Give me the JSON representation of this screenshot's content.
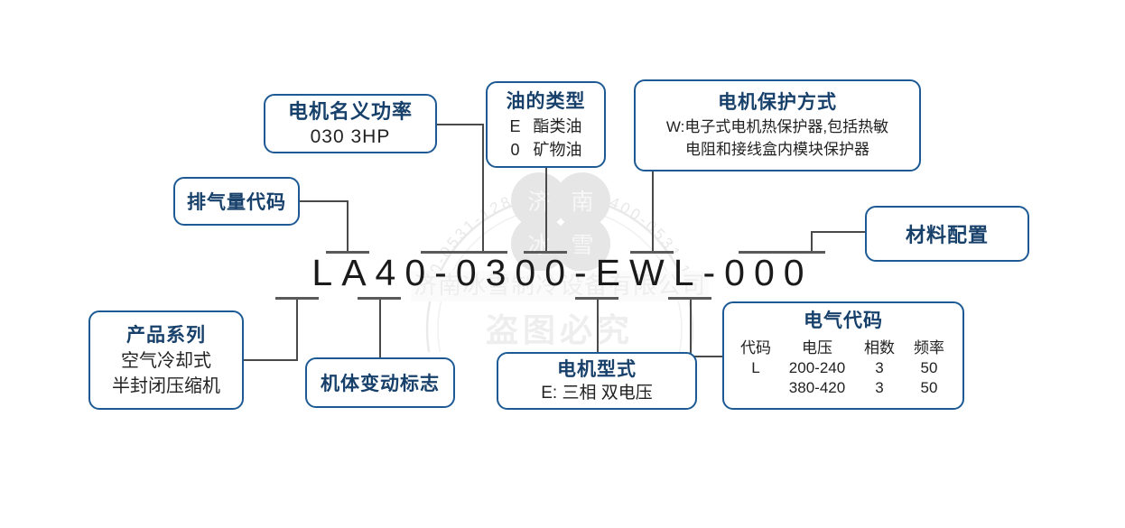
{
  "diagram": {
    "title": "compressor-model-code-breakdown",
    "code": {
      "text": "LA40-0300-EWL-000",
      "chars": [
        "L",
        "A",
        "4",
        "0",
        "-",
        "0",
        "3",
        "0",
        "0",
        "-",
        "E",
        "W",
        "L",
        "-",
        "0",
        "0",
        "0"
      ]
    },
    "colors": {
      "box_border": "#1d5a94",
      "title_text": "#17406b",
      "body_text": "#222222",
      "connector": "#4a4a4a",
      "code_text": "#1a1a1a",
      "background": "#ffffff"
    },
    "boxes": {
      "motor_power": {
        "title": "电机名义功率",
        "lines": [
          "030    3HP"
        ]
      },
      "oil_type": {
        "title": "油的类型",
        "rows": [
          {
            "code": "E",
            "label": "酯类油"
          },
          {
            "code": "0",
            "label": "矿物油"
          }
        ]
      },
      "motor_protection": {
        "title": "电机保护方式",
        "lines": [
          "W:电子式电机热保护器,包括热敏",
          "电阻和接线盒内模块保护器"
        ]
      },
      "displacement_code": {
        "title": "排气量代码",
        "lines": []
      },
      "material_config": {
        "title": "材料配置",
        "lines": []
      },
      "product_series": {
        "title": "产品系列",
        "lines": [
          "空气冷却式",
          "半封闭压缩机"
        ]
      },
      "body_change_mark": {
        "title": "机体变动标志",
        "lines": []
      },
      "motor_type": {
        "title": "电机型式",
        "lines": [
          "E: 三相 双电压"
        ]
      },
      "electrical_code": {
        "title": "电气代码",
        "headers": [
          "代码",
          "电压",
          "相数",
          "频率"
        ],
        "rows": [
          [
            "L",
            "200-240",
            "3",
            "50"
          ],
          [
            "",
            "380-420",
            "3",
            "50"
          ]
        ]
      }
    },
    "watermark": {
      "arc_text": "400-0531-128",
      "logo_chars": [
        "济",
        "南",
        "冰",
        "雪"
      ],
      "company": "济南冰雪制冷设备有限公司",
      "notice": "盗图必究"
    }
  }
}
